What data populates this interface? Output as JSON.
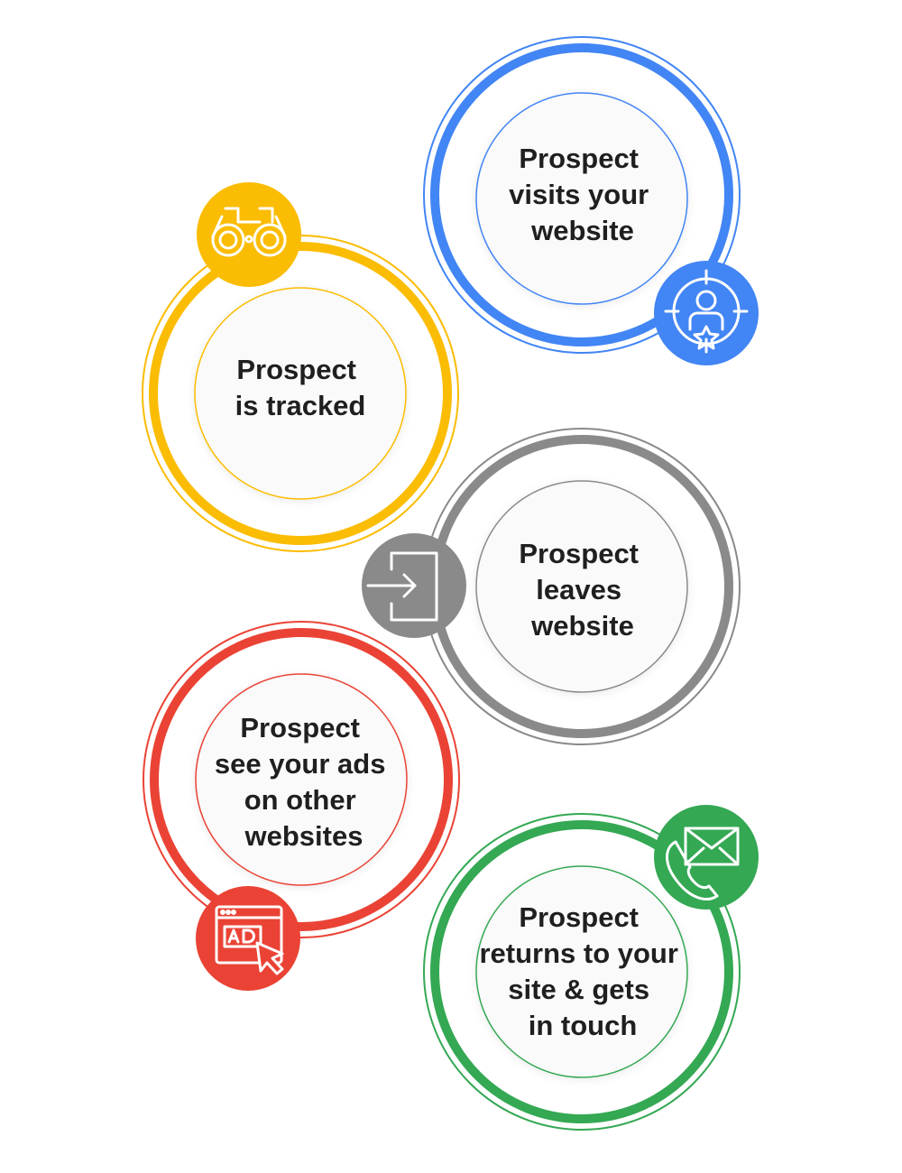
{
  "colors": {
    "blue": "#4285f4",
    "yellow": "#fbbc04",
    "gray": "#8a8a8a",
    "red": "#ea4335",
    "green": "#34a853",
    "text": "#1f1f1f",
    "inner_fill": "#fafafa"
  },
  "steps": [
    {
      "id": "visits",
      "color": "blue",
      "icon": "target-person-star-icon",
      "lines": [
        "Prospect",
        "visits your",
        "website"
      ]
    },
    {
      "id": "tracked",
      "color": "yellow",
      "icon": "binoculars-icon",
      "lines": [
        "Prospect",
        "is tracked"
      ]
    },
    {
      "id": "leaves",
      "color": "gray",
      "icon": "exit-door-icon",
      "lines": [
        "Prospect",
        "leaves",
        "website"
      ]
    },
    {
      "id": "ads",
      "color": "red",
      "icon": "ad-click-icon",
      "lines": [
        "Prospect",
        "see your ads",
        "on other",
        "websites"
      ]
    },
    {
      "id": "returns",
      "color": "green",
      "icon": "mail-phone-icon",
      "lines": [
        "Prospect",
        "returns to your",
        "site & gets",
        "in touch"
      ]
    }
  ]
}
